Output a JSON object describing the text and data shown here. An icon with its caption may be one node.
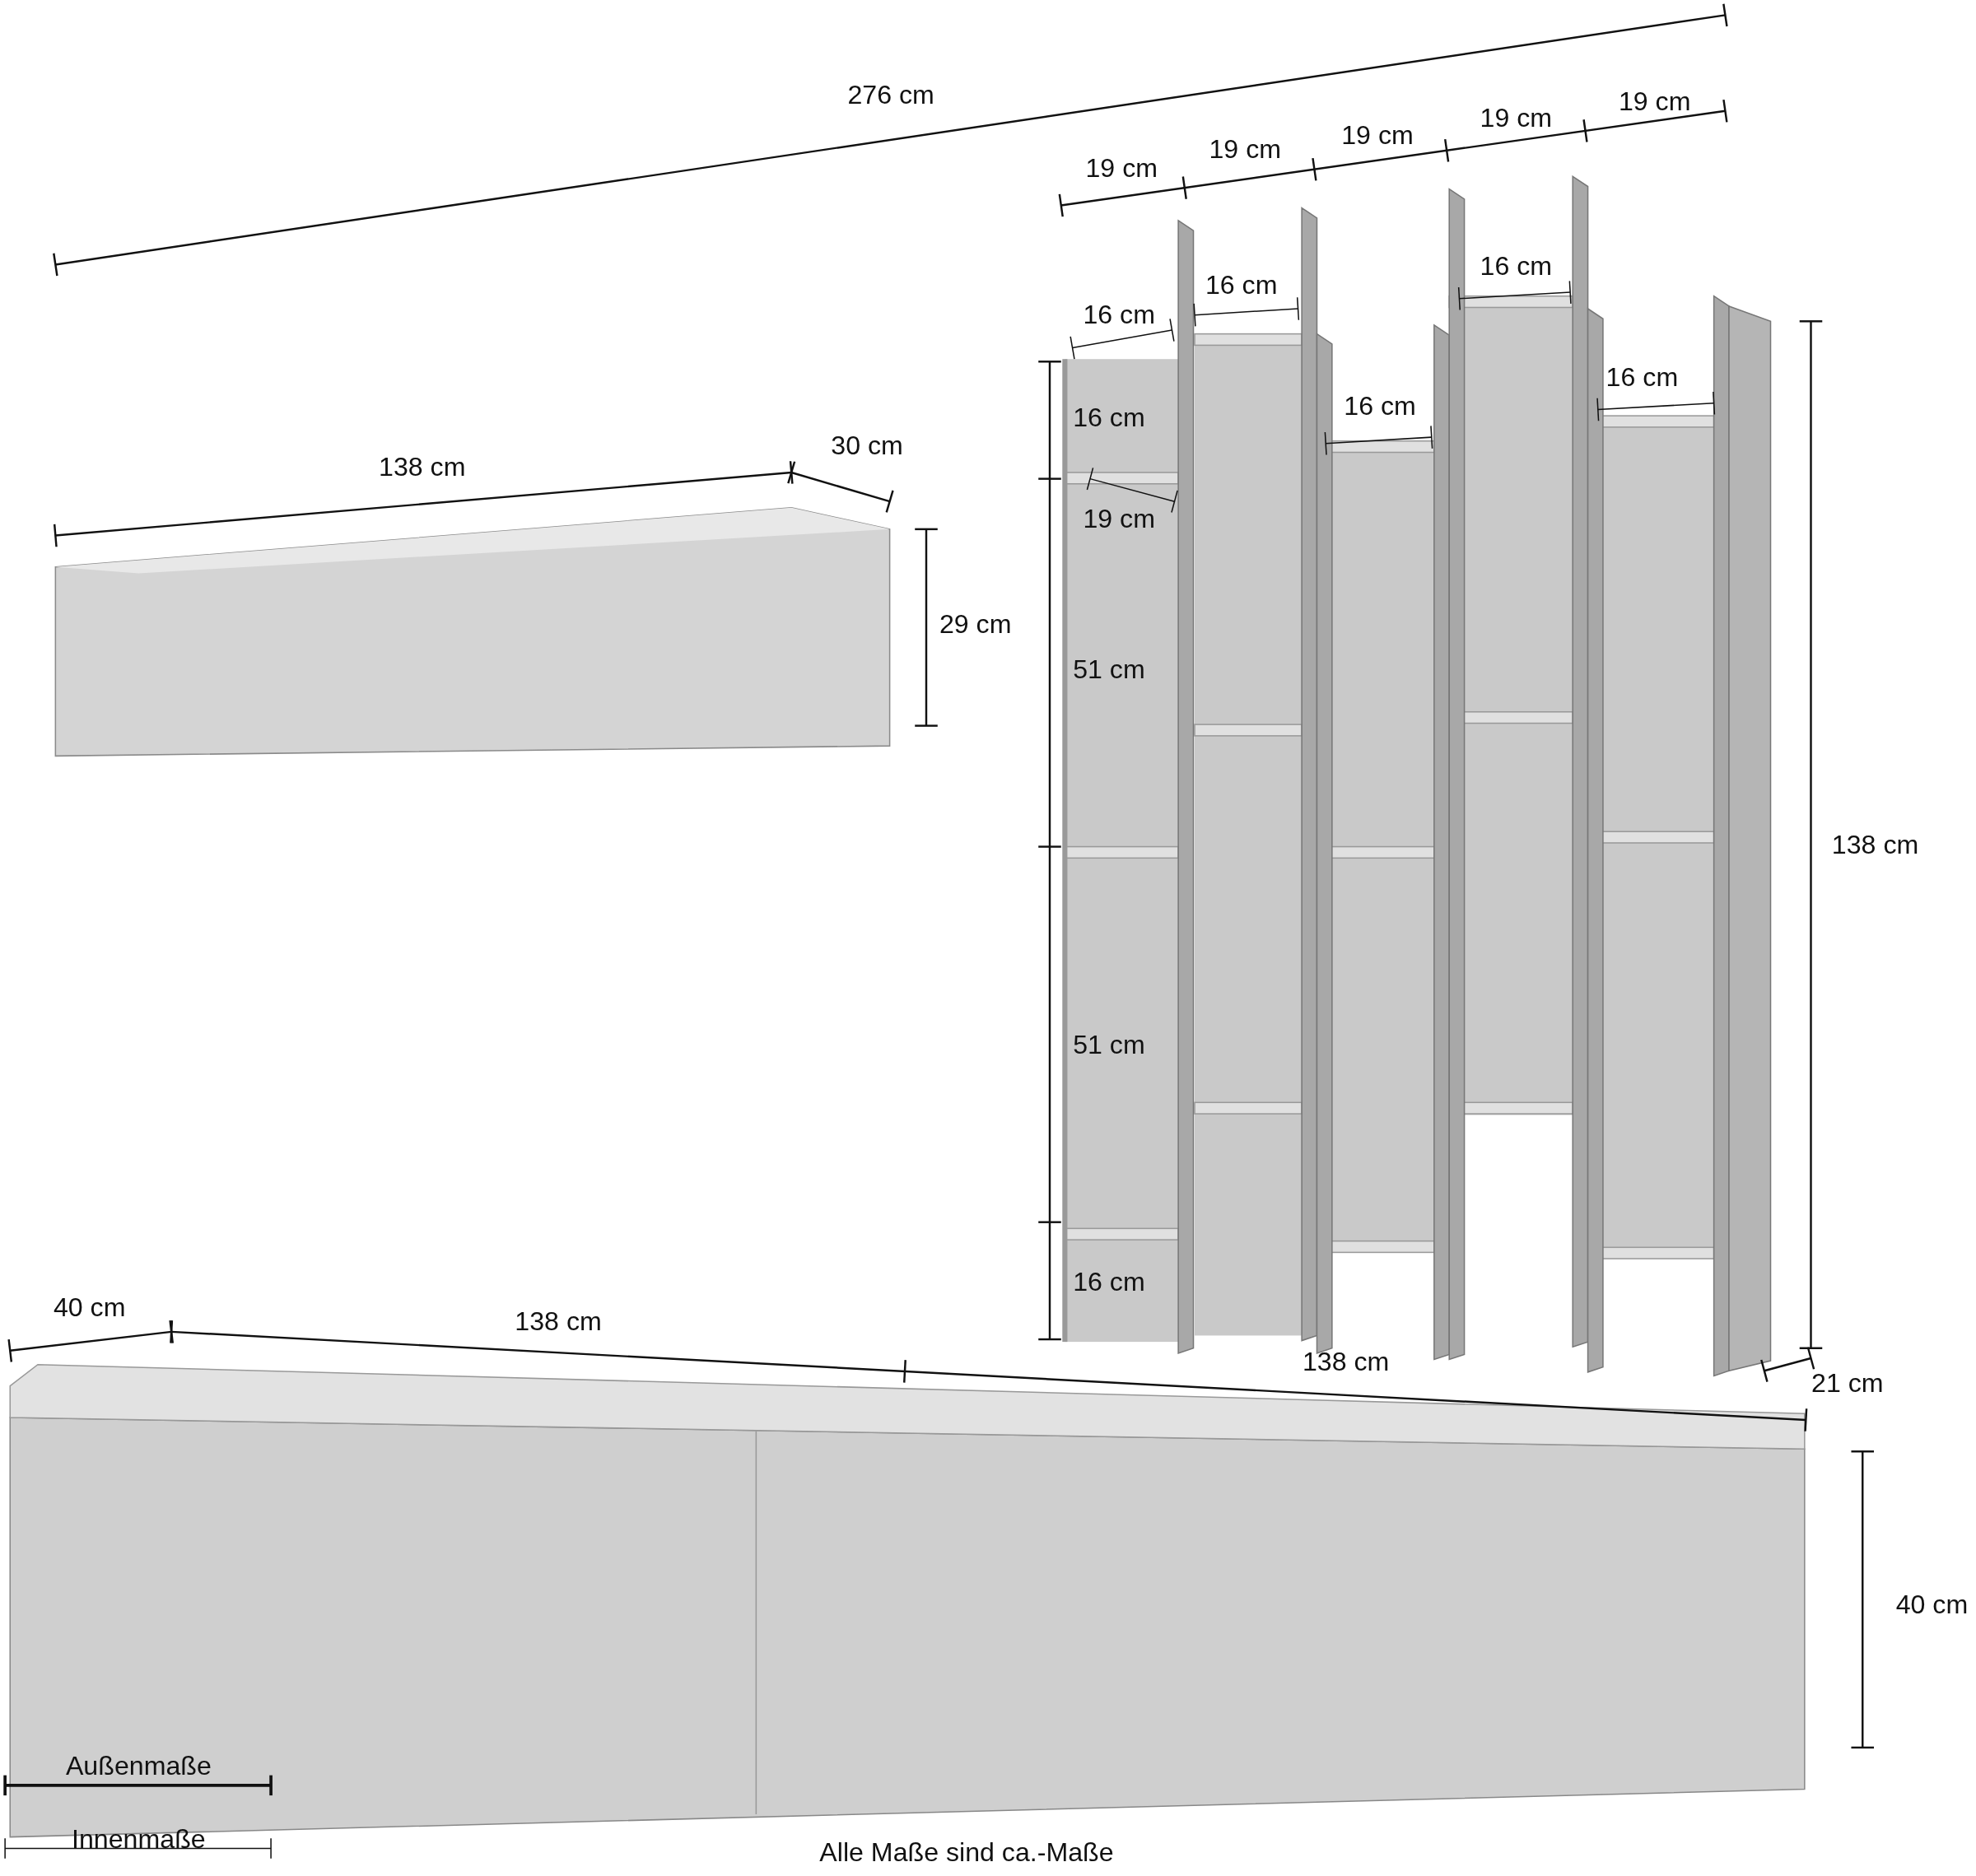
{
  "diagram": {
    "caption": "Alle Maße sind ca.-Maße",
    "labels": [
      "276 cm",
      "19 cm",
      "19 cm",
      "19 cm",
      "19 cm",
      "19 cm",
      "16 cm",
      "16 cm",
      "16 cm",
      "16 cm",
      "16 cm",
      "16 cm",
      "138 cm",
      "30 cm",
      "19 cm",
      "29 cm",
      "51 cm",
      "138 cm",
      "51 cm",
      "16 cm",
      "40 cm",
      "138 cm",
      "138 cm",
      "21 cm",
      "40 cm"
    ],
    "legend": [
      {
        "text": "Außenmaße"
      },
      {
        "text": "Innenmaße"
      }
    ]
  }
}
